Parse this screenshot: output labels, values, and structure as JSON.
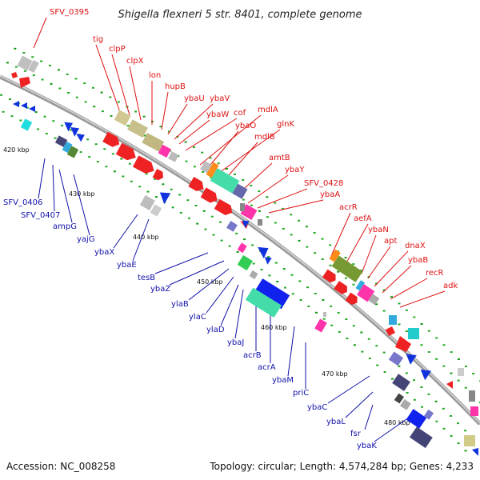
{
  "title": "Shigella flexneri 5 str. 8401, complete genome",
  "footer": {
    "accession": "Accession: NC_008258",
    "topology": "Topology: circular; Length: 4,574,284 bp; Genes: 4,233"
  },
  "colors": {
    "top": "#dd1111",
    "bottom": "#1111aa",
    "backbone": "#9a9a9a"
  },
  "ticks": [
    "420 kbp",
    "430 kbp",
    "440 kbp",
    "450 kbp",
    "460 kbp",
    "470 kbp",
    "480 kbp"
  ],
  "labels_top": [
    "SFV_0395",
    "tig",
    "clpP",
    "clpX",
    "lon",
    "hupB",
    "ybaU",
    "ybaV",
    "ybaW",
    "cof",
    "mdlA",
    "ybaO",
    "glnK",
    "mdlB",
    "amtB",
    "ybaY",
    "SFV_0428",
    "ybaA",
    "acrR",
    "aefA",
    "ybaN",
    "apt",
    "dnaX",
    "ybaB",
    "recR",
    "adk"
  ],
  "labels_bottom": [
    "SFV_0406",
    "SFV_0407",
    "ampG",
    "yajG",
    "ybaX",
    "ybaE",
    "tesB",
    "ybaZ",
    "ylaB",
    "ylaC",
    "ylaD",
    "ybaJ",
    "acrB",
    "acrA",
    "ybaM",
    "priC",
    "ybaC",
    "ybaL",
    "fsr",
    "ybaK"
  ]
}
